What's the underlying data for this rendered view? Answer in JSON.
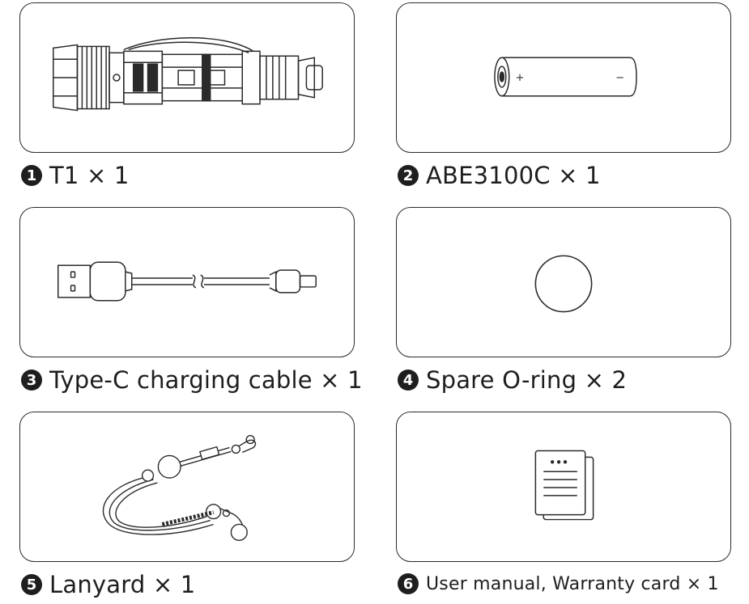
{
  "items": [
    {
      "number": "1",
      "label": "T1 × 1",
      "icon": "flashlight-icon"
    },
    {
      "number": "2",
      "label": "ABE3100C × 1",
      "icon": "battery-icon",
      "battery_plus": "+",
      "battery_minus": "−"
    },
    {
      "number": "3",
      "label": "Type-C charging cable × 1",
      "icon": "usb-c-cable-icon"
    },
    {
      "number": "4",
      "label": "Spare O-ring × 2",
      "icon": "o-ring-icon"
    },
    {
      "number": "5",
      "label": "Lanyard × 1",
      "icon": "lanyard-icon"
    },
    {
      "number": "6",
      "label": "User manual, Warranty card × 1",
      "icon": "document-icon"
    }
  ]
}
